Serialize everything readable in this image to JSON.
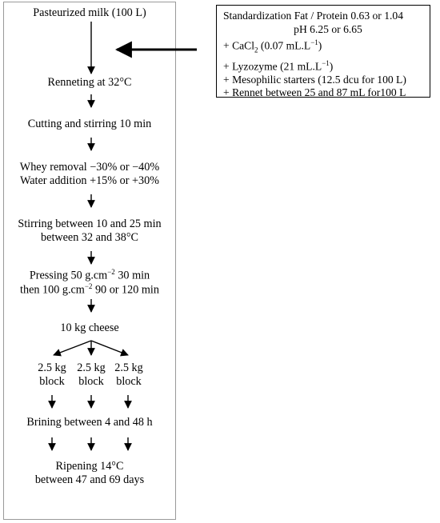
{
  "standardization": {
    "line1": "Standardization Fat / Protein 0.63 or 1.04",
    "line2": "pH 6.25 or 6.65",
    "cacl2_prefix": "+ CaCl",
    "cacl2_sub": "2",
    "cacl2_value": " (0.07 mL.L",
    "cacl2_exp": "−1",
    "cacl2_close": ")",
    "lysozyme_text": "+ Lyzozyme (21 mL.L",
    "lysozyme_exp": "−1",
    "lysozyme_close": ")",
    "starters": "+ Mesophilic starters (12.5 dcu for 100 L)",
    "rennet": "+ Rennet between 25 and 87 mL for100 L"
  },
  "steps": {
    "milk": "Pasteurized milk (100 L)",
    "renneting": "Renneting at 32°C",
    "cutting": "Cutting and stirring 10 min",
    "whey_removal": "Whey removal −30% or −40%",
    "water_addition": "Water addition +15% or +30%",
    "stirring_line1": "Stirring between 10 and 25 min",
    "stirring_line2": "between 32 and 38°C",
    "pressing_line1_a": "Pressing 50 g.cm",
    "pressing_line1_exp": "−2",
    "pressing_line1_b": " 30 min",
    "pressing_line2_a": "then 100 g.cm",
    "pressing_line2_exp": "−2",
    "pressing_line2_b": " 90 or 120 min",
    "cheese": "10 kg cheese",
    "brining": "Brining between 4 and 48 h",
    "ripening_line1": "Ripening 14°C",
    "ripening_line2": "between 47 and 69 days"
  },
  "blocks": [
    {
      "weight": "2.5 kg",
      "label": "block"
    },
    {
      "weight": "2.5 kg",
      "label": "block"
    },
    {
      "weight": "2.5 kg",
      "label": "block"
    }
  ]
}
